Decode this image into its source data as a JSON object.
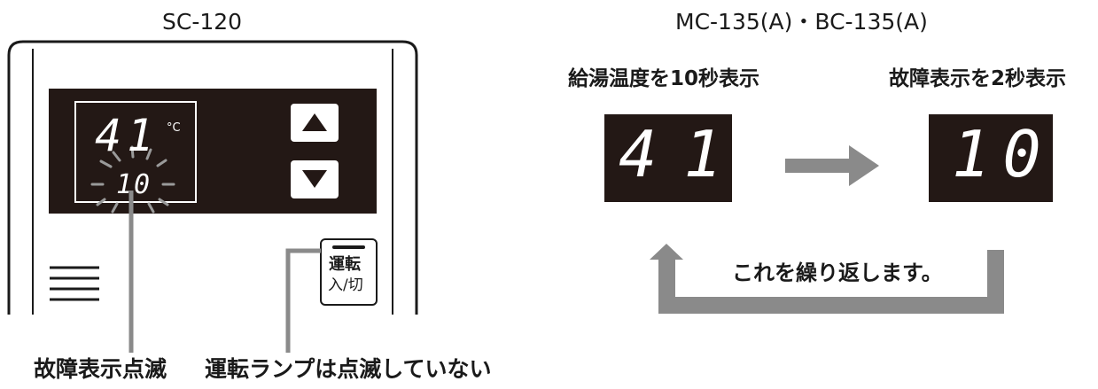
{
  "left_panel": {
    "title": "SC-120",
    "display": {
      "temperature": "41",
      "unit": "°C",
      "error_code": "10"
    },
    "buttons": {
      "up": "up-arrow",
      "down": "down-arrow",
      "power_label_line1": "運転",
      "power_label_line2": "入/切"
    },
    "callouts": {
      "error_blink": "故障表示点滅",
      "lamp_status": "運転ランプは点滅していない"
    }
  },
  "right_panel": {
    "title": "MC-135(A)・BC-135(A)",
    "step1_label": "給湯温度を10秒表示",
    "step1_display": "41",
    "step2_label": "故障表示を2秒表示",
    "step2_display": "10",
    "loop_text": "これを繰り返します。"
  },
  "colors": {
    "panel_dark": "#231815",
    "segment": "#ffffff",
    "arrow_gray": "#8a8a8a",
    "blink_ray": "#9a9a9a"
  }
}
